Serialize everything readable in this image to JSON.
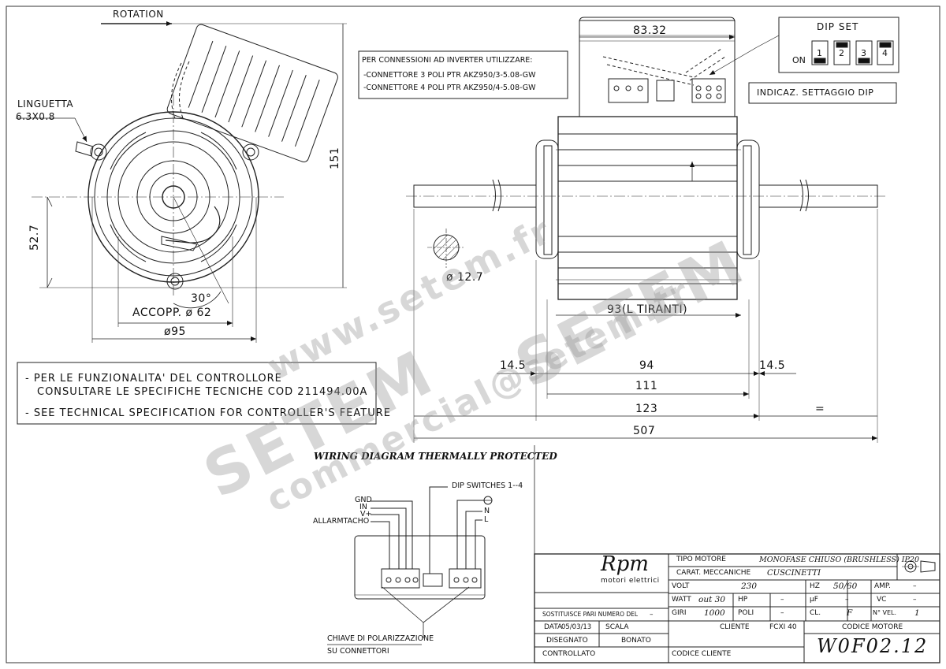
{
  "front_view": {
    "rotation": "ROTATION",
    "linguetta_title": "LINGUETTA",
    "linguetta_size": "6.3X0.8",
    "dim_height": "52.7",
    "dim_total_height": "151",
    "dim_angle": "30°",
    "dim_accopp": "ACCOPP. ø 62",
    "dim_diameter": "ø95"
  },
  "inverter_note": {
    "title": "PER CONNESSIONI AD INVERTER UTILIZZARE:",
    "line1": "-CONNETTORE 3 POLI PTR AKZ950/3-5.08-GW",
    "line2": "-CONNETTORE 4 POLI PTR AKZ950/4-5.08-GW"
  },
  "dip_set": {
    "title": "DIP SET",
    "on": "ON",
    "switches": [
      "1",
      "2",
      "3",
      "4"
    ],
    "caption": "INDICAZ. SETTAGGIO DIP"
  },
  "side_view": {
    "dim_top": "83.32",
    "dim_shaft": "ø 12.7",
    "dim_tie_rods": "93(L TIRANTI)",
    "dim_left_shaft": "14.5",
    "dim_body": "94",
    "dim_right_shaft": "14.5",
    "dim_111": "111",
    "dim_123": "123",
    "dim_equal": "=",
    "dim_total": "507"
  },
  "controller_note": {
    "line1": "- PER LE FUNZIONALITA' DEL CONTROLLORE",
    "line2": "CONSULTARE LE SPECIFICHE TECNICHE  COD 211494.00A",
    "line3": "- SEE TECHNICAL SPECIFICATION FOR CONTROLLER'S FEATURE"
  },
  "wiring": {
    "title": "WIRING DIAGRAM   THERMALLY PROTECTED",
    "dip_label": "DIP SWITCHES 1--4",
    "gnd": "GND",
    "in": "IN",
    "vplus": "V+",
    "alarm": "ALLARMTACHO",
    "n": "N",
    "l": "L",
    "key1": "CHIAVE DI POLARIZZAZIONE",
    "key2": "SU CONNETTORI"
  },
  "watermarks": {
    "www": "www.setem.fr",
    "setem": "SETEM",
    "setem2": "SETEM",
    "email": "commercial@setem.fr"
  },
  "title_block": {
    "logo": "Rpm",
    "logo_sub": "motori elettrici",
    "tipo_motore_label": "TIPO MOTORE",
    "tipo_motore_value": "MONOFASE CHIUSO (BRUSHLESS)   IP20",
    "carat_label": "CARAT. MECCANICHE",
    "carat_value": "CUSCINETTI",
    "volt_label": "VOLT",
    "volt_value": "230",
    "hz_label": "HZ",
    "hz_value": "50/60",
    "amp_label": "AMP.",
    "amp_value": "–",
    "watt_label": "WATT",
    "watt_value": "out 30",
    "hp_label": "HP",
    "hp_value": "–",
    "uf_label": "µF",
    "uf_value": "–",
    "vc_label": "VC",
    "vc_value": "–",
    "giri_label": "GIRI",
    "giri_value": "1000",
    "poli_label": "POLI",
    "poli_value": "–",
    "cl_label": "CL.",
    "cl_value": "F",
    "nvel_label": "N° VEL.",
    "nvel_value": "1",
    "sostituisce_label": "SOSTITUISCE PARI NUMERO DEL",
    "sostituisce_value": "–",
    "data_label": "DATA",
    "data_value": "05/03/13",
    "scala_label": "SCALA",
    "cliente_label": "CLIENTE",
    "cliente_value": "FCXI 40",
    "codice_motore_label": "CODICE MOTORE",
    "codice_motore_value": "W0F02.12",
    "disegnato_label": "DISEGNATO",
    "disegnato_value": "BONATO",
    "controllato_label": "CONTROLLATO",
    "codice_cliente_label": "CODICE CLIENTE"
  }
}
